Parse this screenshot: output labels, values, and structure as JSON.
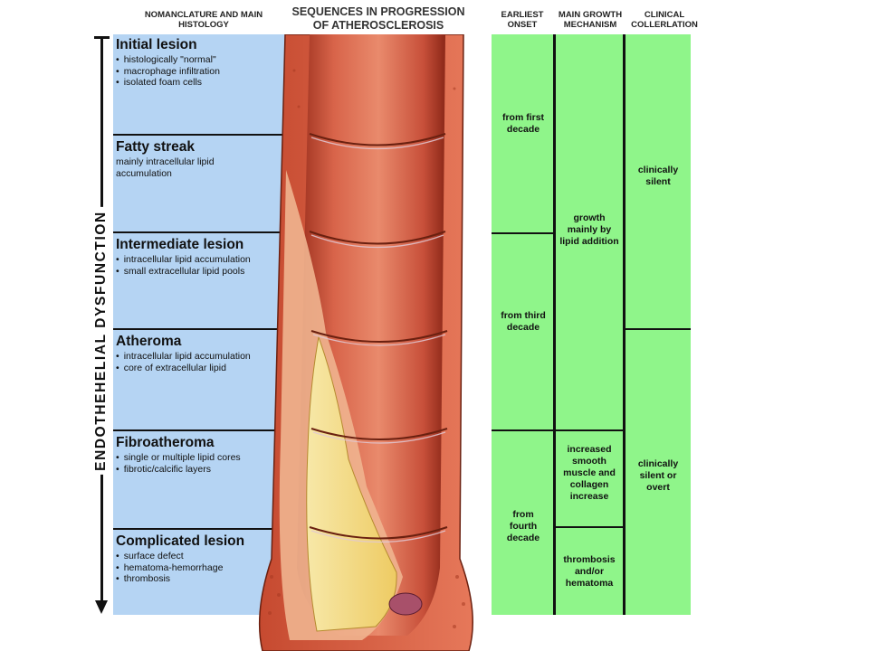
{
  "headers": {
    "nomenclature": "NOMANCLATURE AND MAIN HISTOLOGY",
    "sequences": "SEQUENCES IN PROGRESSION OF ATHEROSCLEROSIS",
    "onset": "EARLIEST ONSET",
    "growth": "MAIN GROWTH MECHANISM",
    "clinical": "CLINICAL COLLERLATION"
  },
  "axis_label": "ENDOTHEHELIAL   DYSFUNCTION",
  "stages": [
    {
      "title": "Initial lesion",
      "bullets": [
        "histologically \"normal\"",
        "macrophage infiltration",
        "isolated foam cells"
      ]
    },
    {
      "title": "Fatty streak",
      "text": "mainly intracellular lipid accumulation"
    },
    {
      "title": "Intermediate lesion",
      "bullets": [
        "intracellular lipid accumulation",
        "small extracellular lipid pools"
      ]
    },
    {
      "title": "Atheroma",
      "bullets": [
        "intracellular lipid accumulation",
        "core of extracellular lipid"
      ]
    },
    {
      "title": "Fibroatheroma",
      "bullets": [
        "single or multiple lipid cores",
        "fibrotic/calcific layers"
      ]
    },
    {
      "title": "Complicated lesion",
      "bullets": [
        "surface defect",
        "hematoma-hemorrhage",
        "thrombosis"
      ]
    }
  ],
  "onset": [
    "from first decade",
    "from third decade",
    "from fourth decade"
  ],
  "growth": [
    "growth mainly by lipid addition",
    "increased smooth muscle and collagen increase",
    "thrombosis and/or hematoma"
  ],
  "clinical": [
    "clinically silent",
    "clinically silent or overt"
  ],
  "colors": {
    "blue": "#b5d4f3",
    "green": "#8ff58a",
    "artery_wall": "#d4583a",
    "lipid_core": "#f5dc82"
  }
}
